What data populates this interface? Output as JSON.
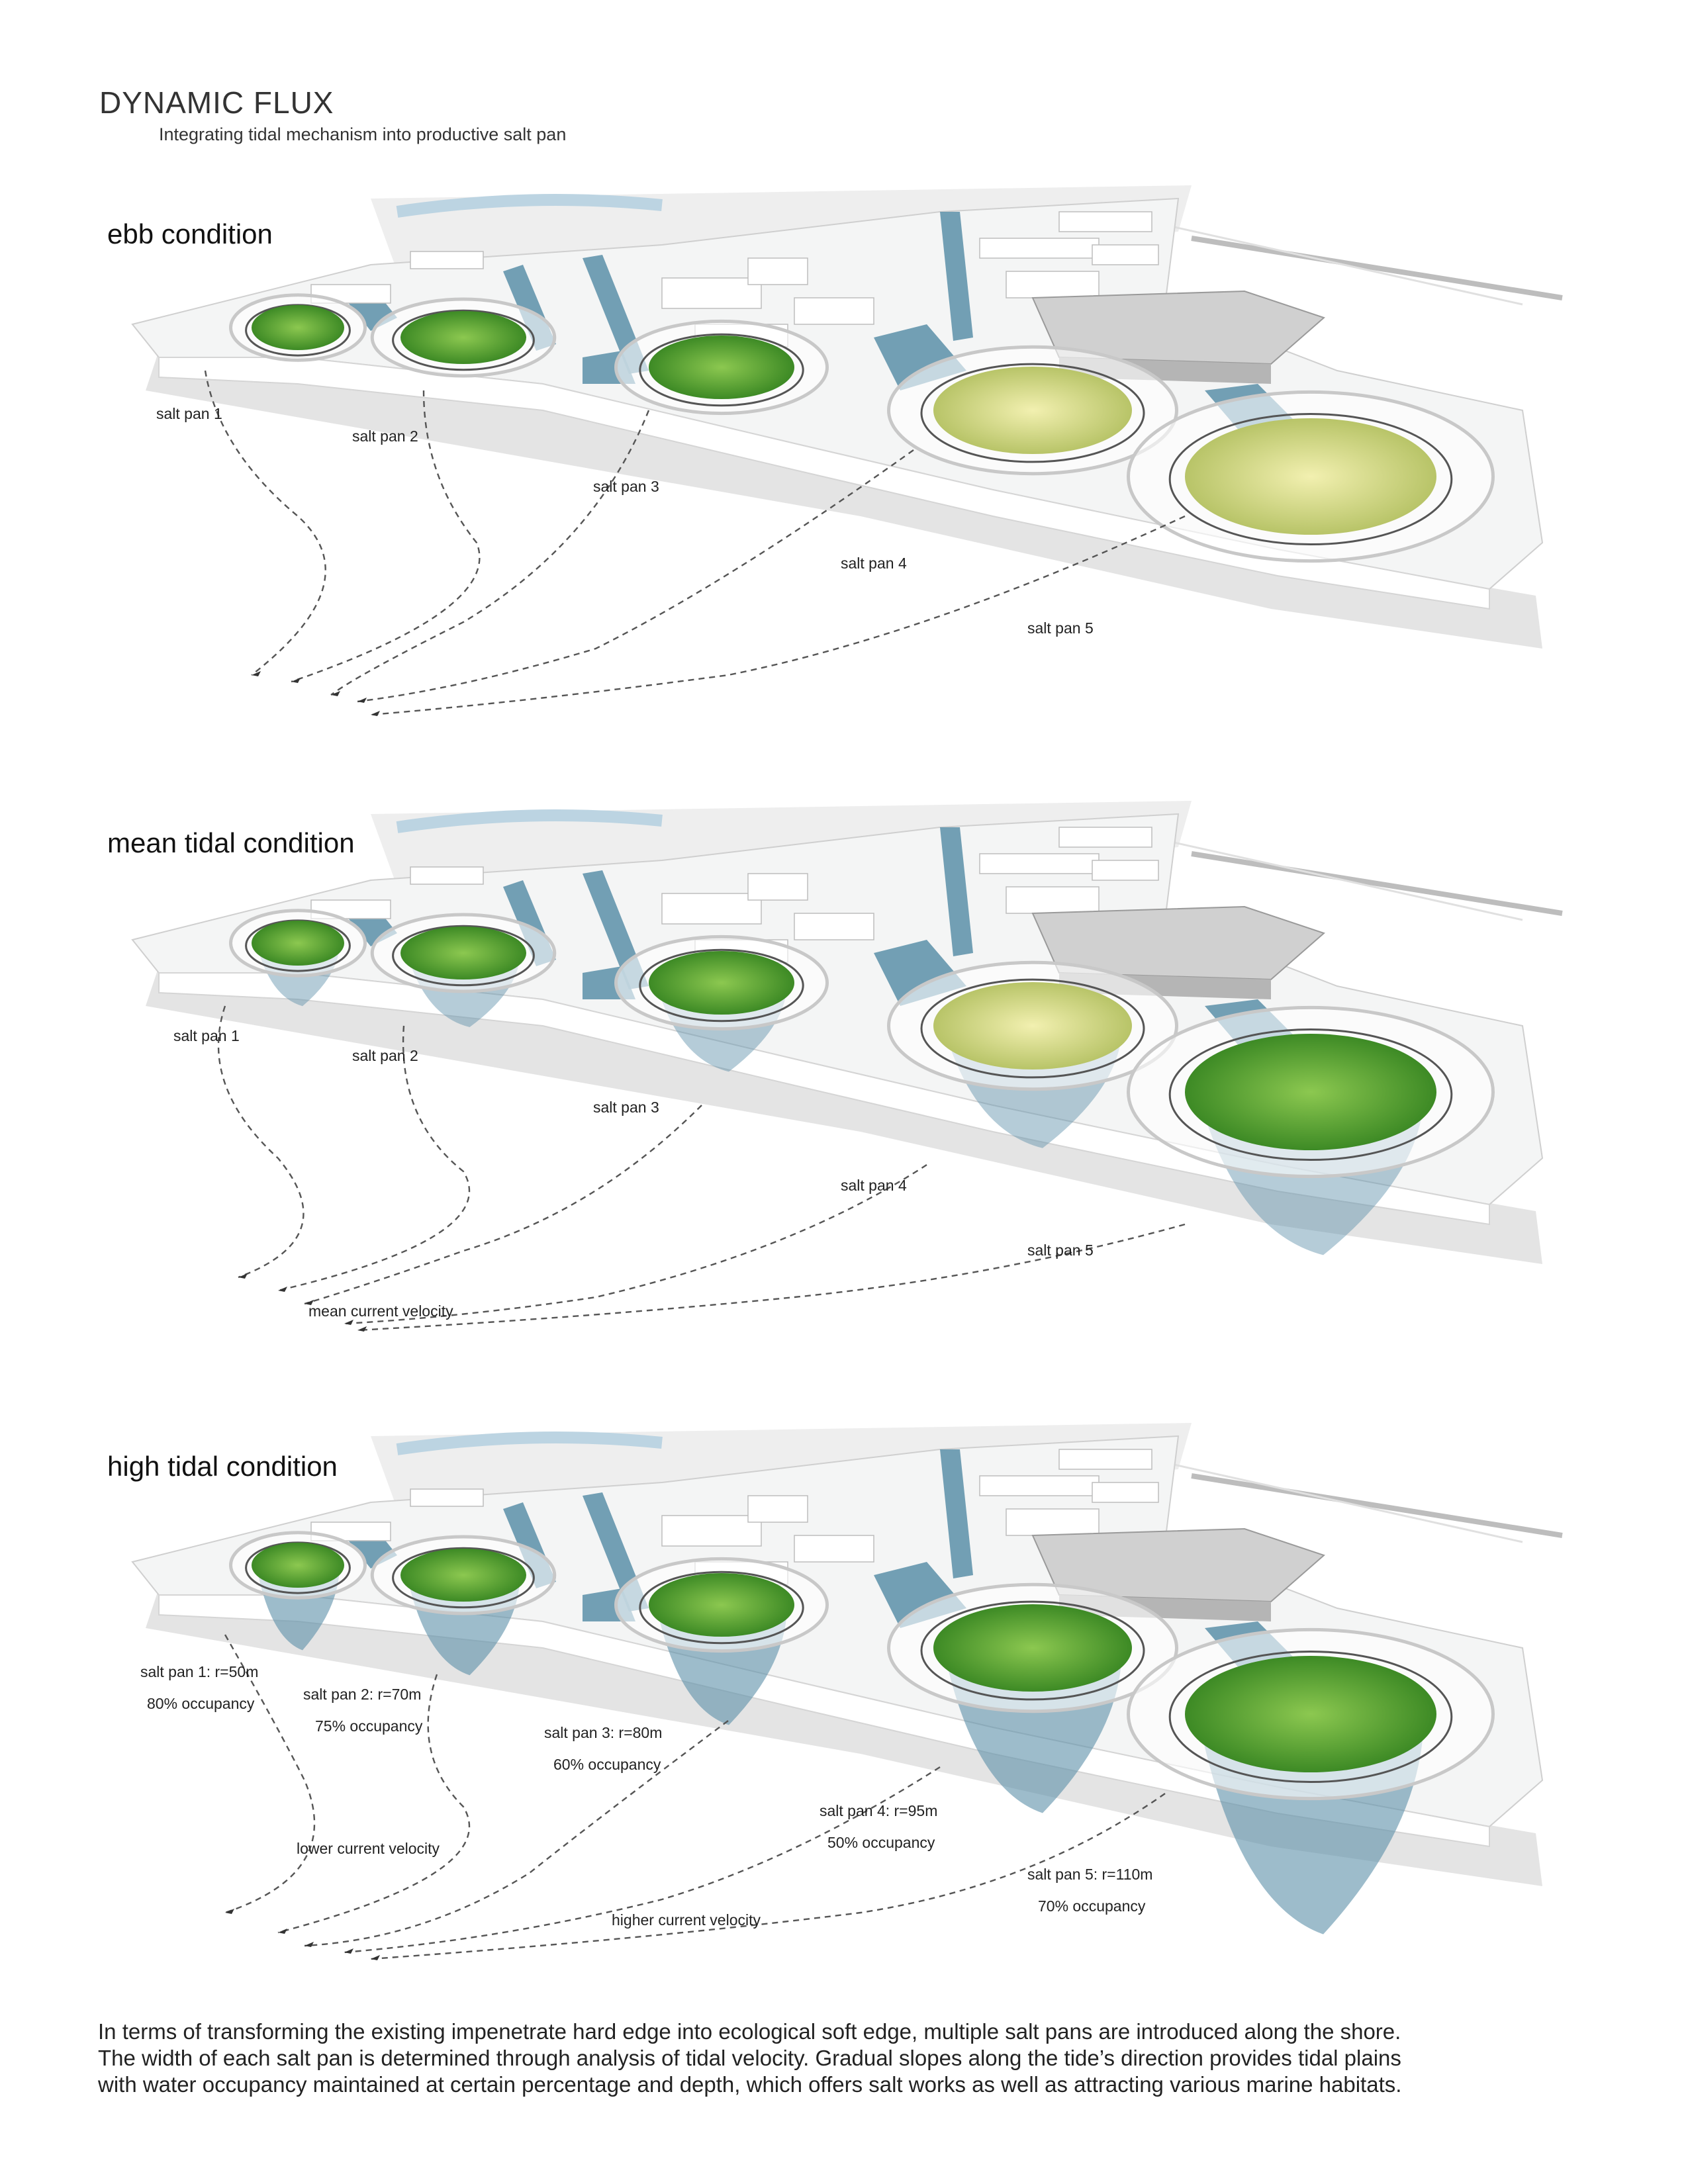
{
  "header": {
    "title": "DYNAMIC FLUX",
    "subtitle": "Integrating tidal mechanism into productive salt pan"
  },
  "panels": [
    {
      "title": "ebb condition",
      "labels": [
        "salt pan 1",
        "salt pan 2",
        "salt pan 3",
        "salt pan 4",
        "salt pan 5"
      ]
    },
    {
      "title": "mean tidal condition",
      "labels": [
        "salt pan 1",
        "salt pan 2",
        "salt pan 3",
        "salt pan 4",
        "salt pan 5"
      ],
      "velocity_label": "mean current velocity"
    },
    {
      "title": "high tidal condition",
      "pans": [
        {
          "name": "salt pan 1: r=50m",
          "occupancy": "80% occupancy"
        },
        {
          "name": "salt pan 2: r=70m",
          "occupancy": "75% occupancy"
        },
        {
          "name": "salt pan 3: r=80m",
          "occupancy": "60% occupancy"
        },
        {
          "name": "salt pan 4: r=95m",
          "occupancy": "50% occupancy"
        },
        {
          "name": "salt pan 5: r=110m",
          "occupancy": "70% occupancy"
        }
      ],
      "lower_velocity_label": "lower current velocity",
      "higher_velocity_label": "higher current velocity"
    }
  ],
  "caption": [
    "In terms of transforming the existing impenetrate hard edge into ecological soft edge, multiple salt pans are introduced along the shore.",
    "The width of each salt pan is determined through analysis of tidal velocity. Gradual slopes along the tide’s direction provides tidal plains",
    "with water occupancy maintained at certain percentage and depth, which offers salt works as well as attracting various marine habitats."
  ],
  "colors": {
    "water": "#5b8fa8",
    "water_light": "#a9c6d6",
    "pan_green": "#5aa335",
    "pan_yellow": "#d8d97a",
    "ground": "#f4f5f5"
  }
}
